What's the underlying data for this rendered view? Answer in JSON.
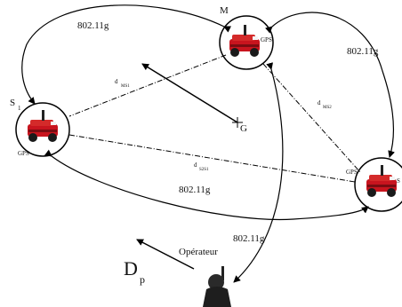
{
  "labels": {
    "m": "M",
    "s1": "S",
    "s1_sub": "1",
    "s2_sub": "S",
    "g": "G",
    "gps_m": "GPS",
    "gps_s1": "GPS",
    "gps_s2": "GPS",
    "link_top": "802.11g",
    "link_right": "802.11g",
    "link_bottom": "802.11g",
    "link_operator": "802.11g",
    "d_ms1": "d",
    "d_ms1_sub": "MS1",
    "d_ms2": "d",
    "d_ms2_sub": "MS2",
    "d_s2s1": "d",
    "d_s2s1_sub": "S2S1",
    "operator": "Opérateur",
    "dp": "D",
    "dp_sub": "p"
  },
  "colors": {
    "robot_body": "#c8141e",
    "robot_dark": "#5a0a0a",
    "line": "#000000"
  }
}
